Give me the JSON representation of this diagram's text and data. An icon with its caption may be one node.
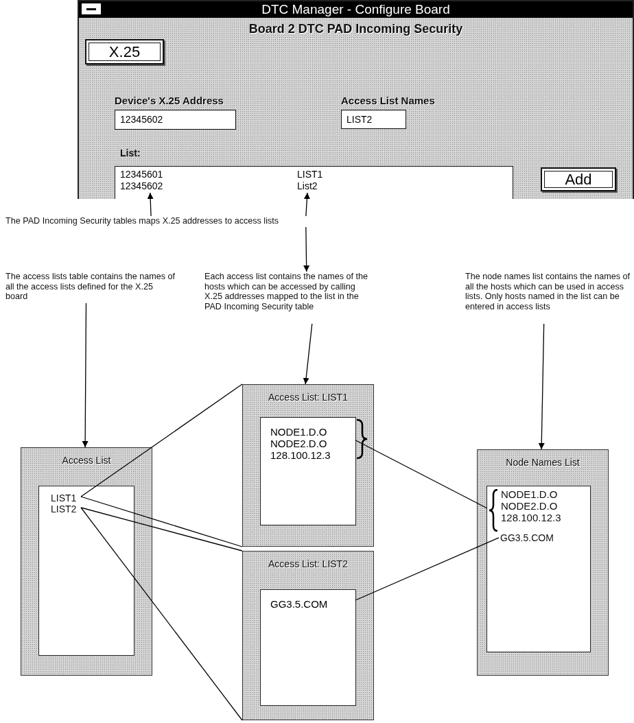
{
  "diagram": {
    "nodes": [
      {
        "text": [
          "DTC Manager - Configure Board",
          "Board 2 DTC PAD Incoming Security"
        ]
      },
      {
        "text": [
          "X.25"
        ],
        "in": 0
      },
      {
        "text": [
          "12345602"
        ],
        "in": 0,
        "beside": [
          "Device's X.25 Address"
        ]
      },
      {
        "text": [
          "LIST2"
        ],
        "in": 0,
        "beside": [
          "Access List Names"
        ]
      },
      {
        "text": [
          "List:"
        ],
        "in": 0
      },
      {
        "text": [
          "12345601",
          "12345602"
        ],
        "in": 4
      },
      {
        "text": [
          "LIST1",
          "List2"
        ],
        "in": 4
      },
      {
        "text": [
          "Add"
        ],
        "in": 0
      },
      {
        "text": [
          "The PAD Incoming Security tables maps X.25 addresses to access lists"
        ]
      },
      {
        "text": [
          "The access lists table contains the names of all the access lists defined for the X.25 board"
        ]
      },
      {
        "text": [
          "Each access list contains the names of the hosts which can be accessed by calling X.25 addresses mapped to the list in the PAD Incoming Security table"
        ]
      },
      {
        "text": [
          "The node names list contains the names of all the hosts which can be used in access lists. Only hosts named in the list can be entered in access lists"
        ]
      },
      {
        "text": [
          "Access List"
        ]
      },
      {
        "text": [],
        "shape": "box",
        "in": 12
      },
      {
        "text": [
          "LIST1"
        ],
        "in": 13
      },
      {
        "text": [
          "LIST2"
        ],
        "in": 13
      },
      {
        "text": [
          "Access List: LIST1"
        ]
      },
      {
        "text": [
          "NODE1.D.O",
          "NODE2.D.O",
          "128.100.12.3"
        ],
        "in": 16
      },
      {
        "text": [
          "Access List: LIST2"
        ]
      },
      {
        "text": [
          "GG3.5.COM"
        ],
        "in": 18
      },
      {
        "text": [
          "Node Names List"
        ]
      },
      {
        "text": [],
        "shape": "box",
        "in": 20
      },
      {
        "text": [
          "NODE1.D.O",
          "NODE2.D.O",
          "128.100.12.3"
        ],
        "in": 21
      },
      {
        "text": [
          "GG3.5.COM"
        ],
        "in": 21
      }
    ],
    "edges": [
      {
        "from": 8,
        "to": 5,
        "arrow": "to"
      },
      {
        "from": 8,
        "to": 6,
        "arrow": "to"
      },
      {
        "from": 8,
        "to": 10,
        "arrow": "to"
      },
      {
        "from": 9,
        "to": 12,
        "arrow": "to"
      },
      {
        "from": 10,
        "to": 16,
        "arrow": "to"
      },
      {
        "from": 11,
        "to": 20,
        "arrow": "to"
      },
      {
        "from": 14,
        "to": 16,
        "arrow": "none"
      },
      {
        "from": 14,
        "to": 16,
        "arrow": "none"
      },
      {
        "from": 15,
        "to": 18,
        "arrow": "none"
      },
      {
        "from": 15,
        "to": 18,
        "arrow": "none"
      },
      {
        "from": 17,
        "to": 22,
        "arrow": "none"
      },
      {
        "from": 19,
        "to": 23,
        "arrow": "none"
      }
    ]
  }
}
